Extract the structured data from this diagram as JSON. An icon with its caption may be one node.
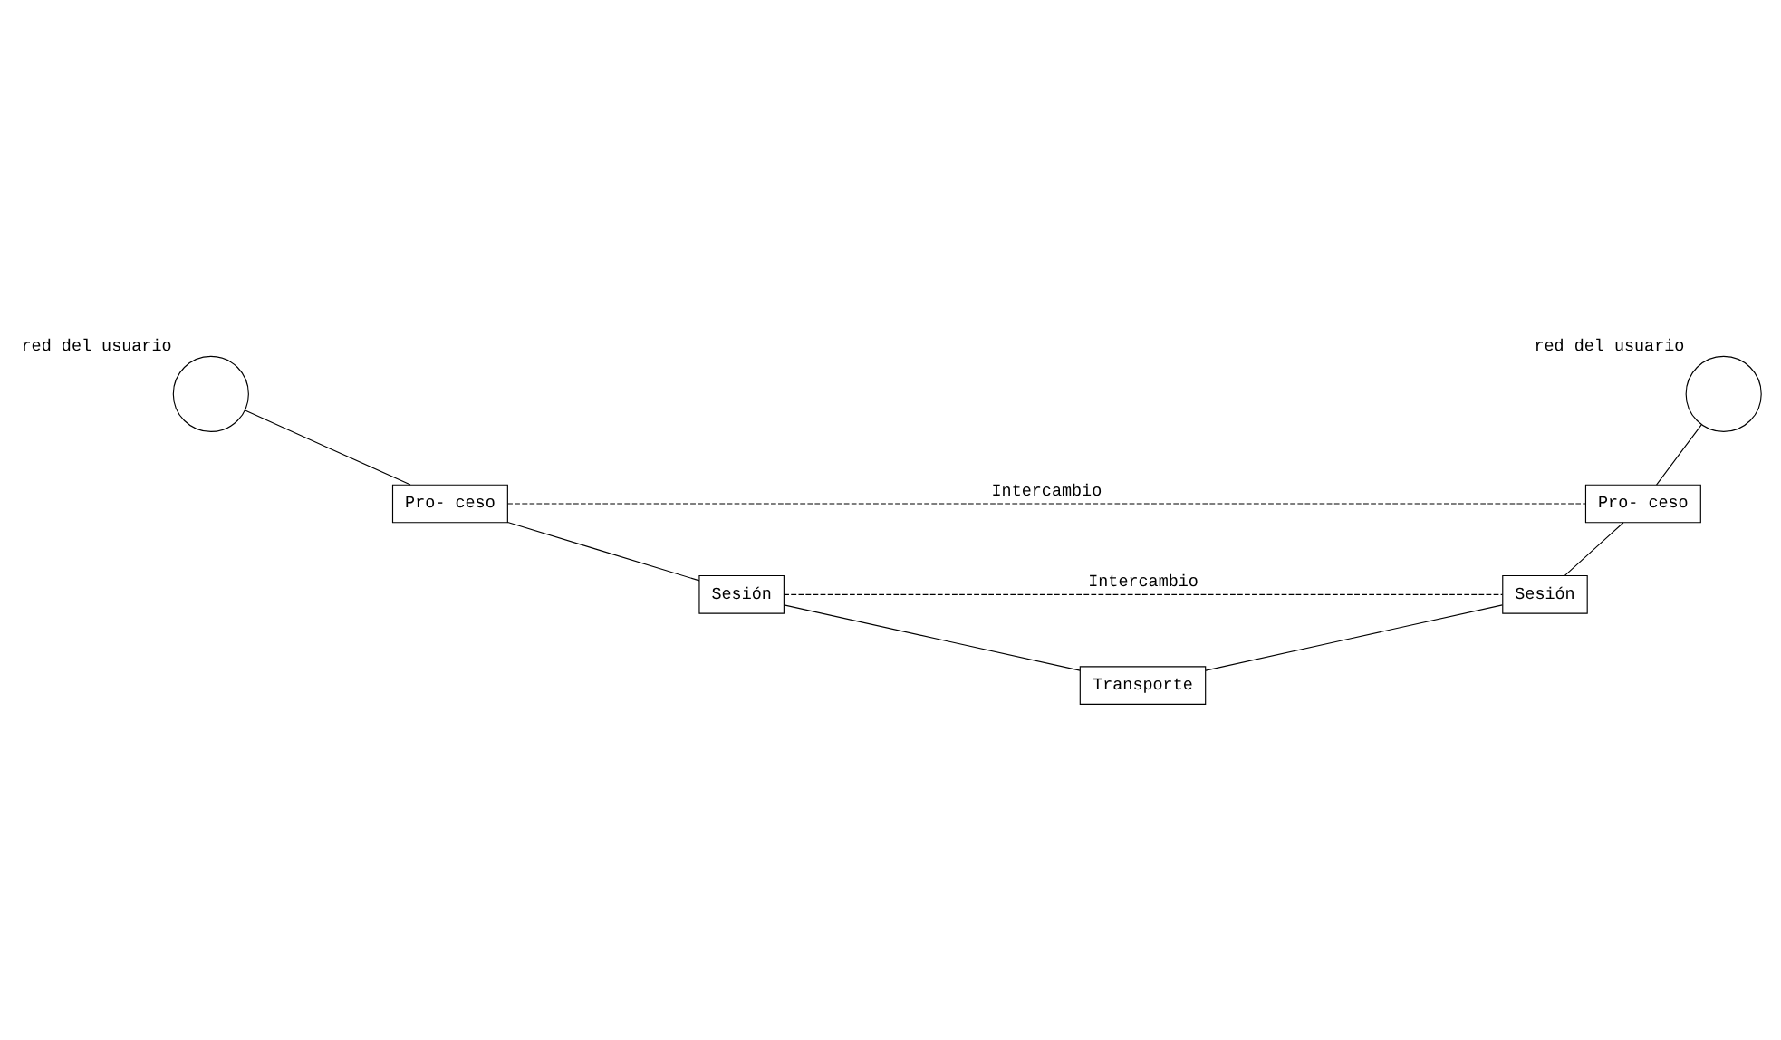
{
  "diagram": {
    "nodes": [
      {
        "text": [],
        "shape": "circle",
        "beside": [
          "red del usuario"
        ]
      },
      {
        "text": [],
        "shape": "circle",
        "beside": [
          "red del usuario"
        ]
      },
      {
        "text": [
          "Pro- ceso"
        ]
      },
      {
        "text": [
          "Pro- ceso"
        ]
      },
      {
        "text": [
          "Sesión"
        ]
      },
      {
        "text": [
          "Sesión"
        ]
      },
      {
        "text": [
          "Transporte"
        ]
      }
    ],
    "edges": [
      {
        "from": 0,
        "to": 2,
        "arrow": "none"
      },
      {
        "from": 1,
        "to": 3,
        "arrow": "none"
      },
      {
        "from": 2,
        "to": 3,
        "arrow": "none",
        "style": "dashed",
        "label": "Intercambio"
      },
      {
        "from": 2,
        "to": 4,
        "arrow": "none"
      },
      {
        "from": 3,
        "to": 5,
        "arrow": "none"
      },
      {
        "from": 4,
        "to": 5,
        "arrow": "none",
        "style": "dashed",
        "label": "Intercambio"
      },
      {
        "from": 4,
        "to": 6,
        "arrow": "none"
      },
      {
        "from": 5,
        "to": 6,
        "arrow": "none"
      }
    ]
  }
}
